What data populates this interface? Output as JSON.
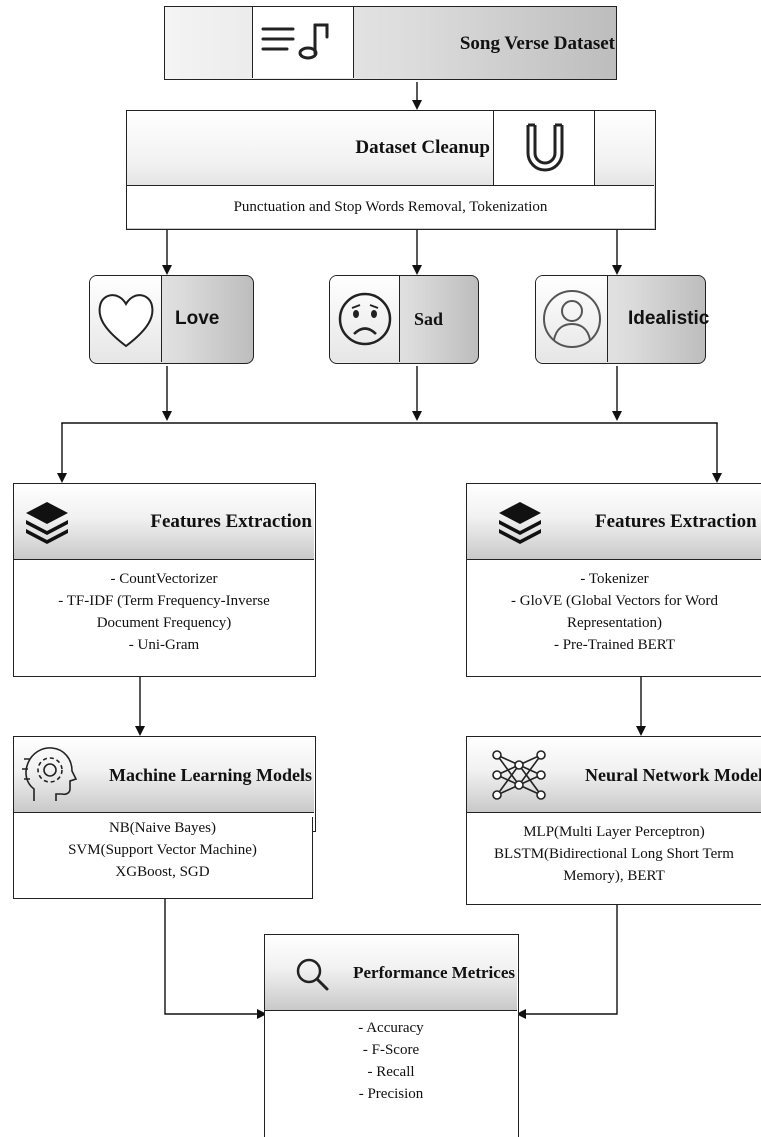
{
  "dataset": {
    "title": "Song Verse Dataset",
    "icon": "music-note-lines-icon"
  },
  "cleanup": {
    "title": "Dataset Cleanup",
    "icon": "magnet-icon",
    "description": "Punctuation and Stop Words Removal, Tokenization"
  },
  "categories": [
    {
      "label": "Love",
      "icon": "heart-icon"
    },
    {
      "label": "Sad",
      "icon": "sad-face-icon"
    },
    {
      "label": "Idealistic",
      "icon": "person-avatar-icon"
    }
  ],
  "features_left": {
    "title": "Features Extraction",
    "icon": "layers-icon",
    "items": [
      "- CountVectorizer",
      "- TF-IDF (Term Frequency-Inverse",
      "Document Frequency)",
      "- Uni-Gram"
    ]
  },
  "features_right": {
    "title": "Features Extraction",
    "icon": "layers-icon",
    "items": [
      "- Tokenizer",
      "- GloVE (Global Vectors for Word",
      "Representation)",
      "- Pre-Trained BERT"
    ]
  },
  "ml_models": {
    "title": "Machine Learning Models",
    "icon": "head-gear-icon",
    "items": [
      "NB(Naive Bayes)",
      "SVM(Support Vector Machine)",
      "XGBoost, SGD"
    ]
  },
  "nn_models": {
    "title": "Neural Network Models",
    "icon": "neural-network-icon",
    "items": [
      "MLP(Multi Layer Perceptron)",
      "BLSTM(Bidirectional Long Short Term",
      "Memory), BERT"
    ]
  },
  "metrics": {
    "title": "Performance Metrices",
    "icon": "magnifier-icon",
    "items": [
      "- Accuracy",
      "- F-Score",
      "- Recall",
      "- Precision"
    ]
  }
}
